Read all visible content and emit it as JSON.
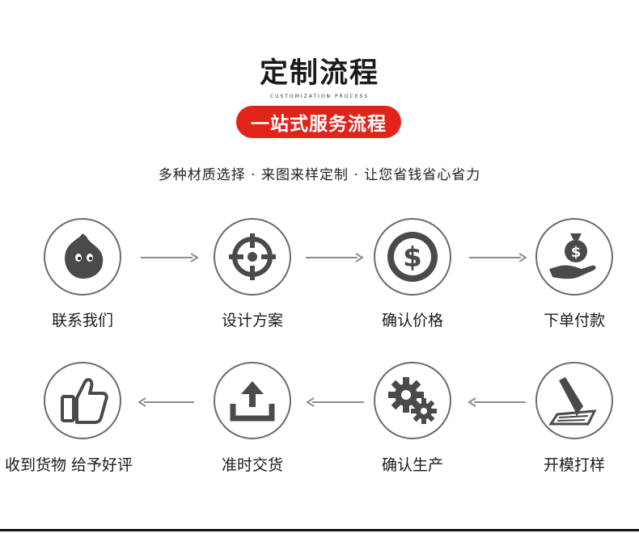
{
  "header": {
    "title": "定制流程",
    "subtitle": "CUSTOMIZATION PROCESS",
    "badge": "一站式服务流程",
    "tagline": "多种材质选择 · 来图来样定制 · 让您省钱省心省力"
  },
  "steps": [
    {
      "label": "联系我们",
      "icon": "chat-bubble-icon"
    },
    {
      "label": "设计方案",
      "icon": "target-crosshair-icon"
    },
    {
      "label": "确认价格",
      "icon": "dollar-coin-icon"
    },
    {
      "label": "下单付款",
      "icon": "money-bag-hand-icon"
    },
    {
      "label": "开模打样",
      "icon": "pen-paper-icon"
    },
    {
      "label": "确认生产",
      "icon": "gears-icon"
    },
    {
      "label": "准时交货",
      "icon": "upload-icon"
    },
    {
      "label": "收到货物  给予好评",
      "icon": "thumbs-up-icon"
    }
  ],
  "colors": {
    "accent": "#e2231a",
    "icon": "#4a4a4a",
    "arrow": "#8c8c8c"
  }
}
